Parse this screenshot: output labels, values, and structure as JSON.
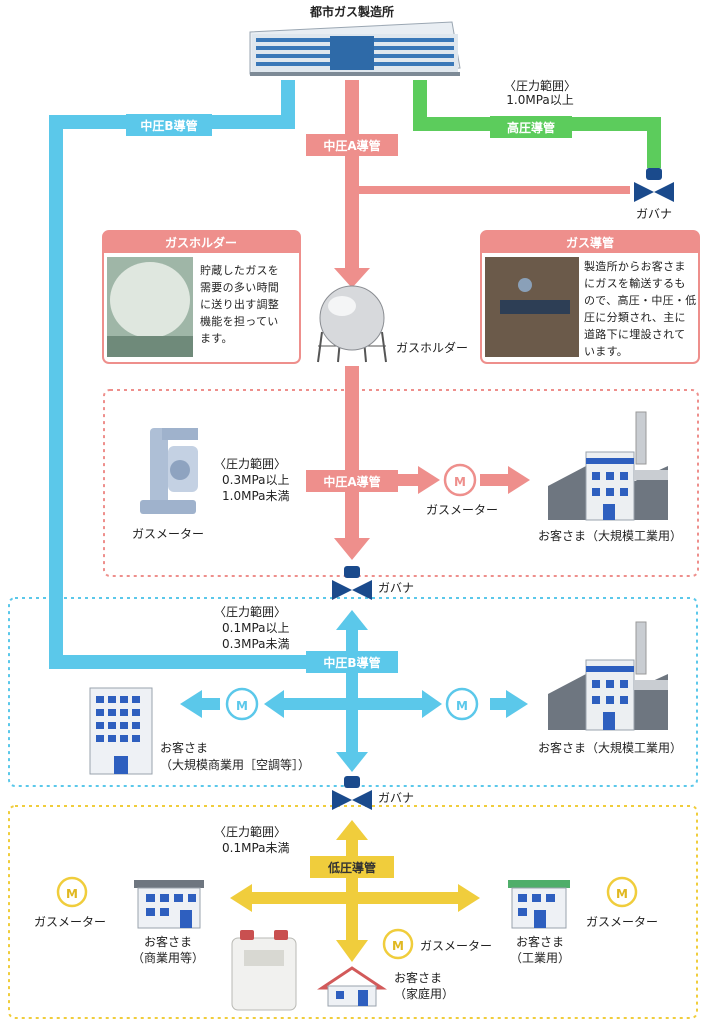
{
  "plant": {
    "label": "都市ガス製造所"
  },
  "pipes": {
    "medium_b": "中圧B導管",
    "medium_a": "中圧A導管",
    "high": "高圧導管",
    "low": "低圧導管"
  },
  "governor_label": "ガバナ",
  "meter_symbol": "M",
  "pressure_ranges": {
    "high": {
      "heading": "〈圧力範囲〉",
      "line1": "1.0MPa以上",
      "line2": ""
    },
    "medium_a": {
      "heading": "〈圧力範囲〉",
      "line1": "0.3MPa以上",
      "line2": "1.0MPa未満"
    },
    "medium_b": {
      "heading": "〈圧力範囲〉",
      "line1": "0.1MPa以上",
      "line2": "0.3MPa未満"
    },
    "low": {
      "heading": "〈圧力範囲〉",
      "line1": "0.1MPa未満",
      "line2": ""
    }
  },
  "holder_box": {
    "title": "ガスホルダー",
    "desc": [
      "貯蔵したガスを",
      "需要の多い時間",
      "に送り出す調整",
      "機能を担ってい",
      "ます。"
    ]
  },
  "pipe_box": {
    "title": "ガス導管",
    "desc": [
      "製造所からお客さま",
      "にガスを輸送するも",
      "ので、高圧・中圧・低",
      "圧に分類され、主に",
      "道路下に埋設されて",
      "います。"
    ]
  },
  "labels": {
    "gas_holder": "ガスホルダー",
    "gas_meter": "ガスメーター",
    "large_industrial": "お客さま（大規模工業用）",
    "commercial_large_1": "お客さま",
    "commercial_large_2": "（大規模商業用［空調等］）",
    "commercial_1": "お客さま",
    "commercial_2": "（商業用等）",
    "industrial_1": "お客さま",
    "industrial_2": "（工業用）",
    "household_1": "お客さま",
    "household_2": "（家庭用）"
  },
  "colors": {
    "medium_b": "#5bc8ea",
    "medium_a": "#ee8f8c",
    "high": "#5ccc5c",
    "low": "#f0cd3c",
    "governor": "#1a4a8c"
  }
}
